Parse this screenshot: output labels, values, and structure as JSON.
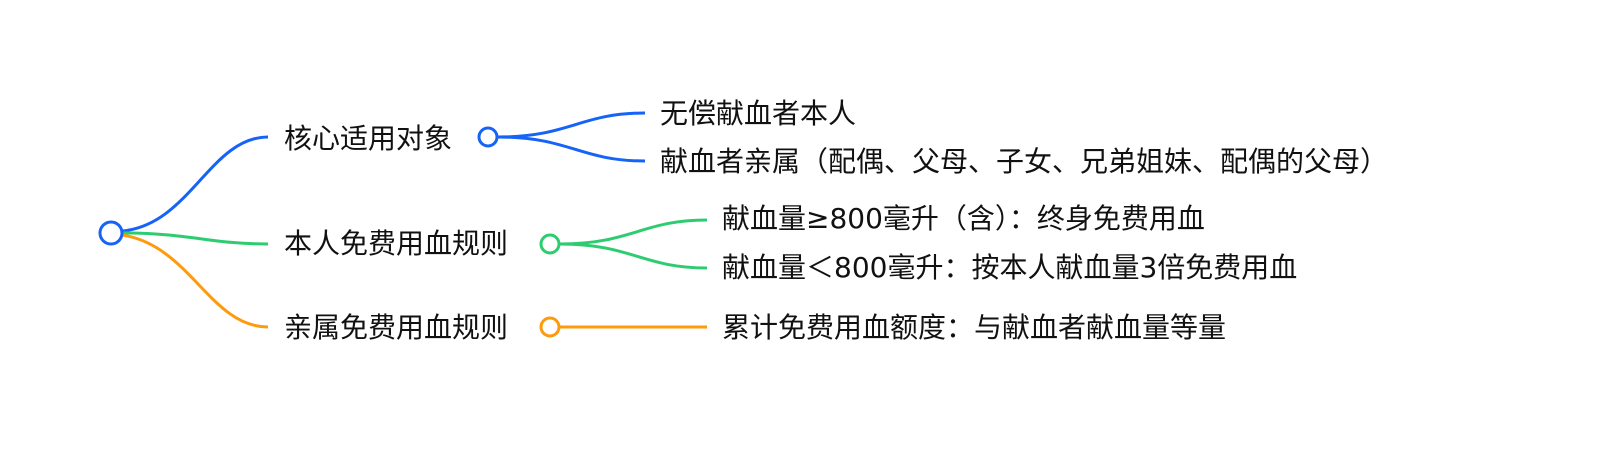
{
  "colors": {
    "blue": "#1663f7",
    "green": "#2ecc71",
    "orange": "#ff9a0c",
    "text": "#111111"
  },
  "branches": [
    {
      "label": "核心适用对象",
      "color": "blue",
      "children": [
        "无偿献血者本人",
        "献血者亲属（配偶、父母、子女、兄弟姐妹、配偶的父母）"
      ]
    },
    {
      "label": "本人免费用血规则",
      "color": "green",
      "children": [
        "献血量≥800毫升（含）：终身免费用血",
        "献血量＜800毫升：按本人献血量3倍免费用血"
      ]
    },
    {
      "label": "亲属免费用血规则",
      "color": "orange",
      "children": [
        "累计免费用血额度：与献血者献血量等量"
      ]
    }
  ]
}
